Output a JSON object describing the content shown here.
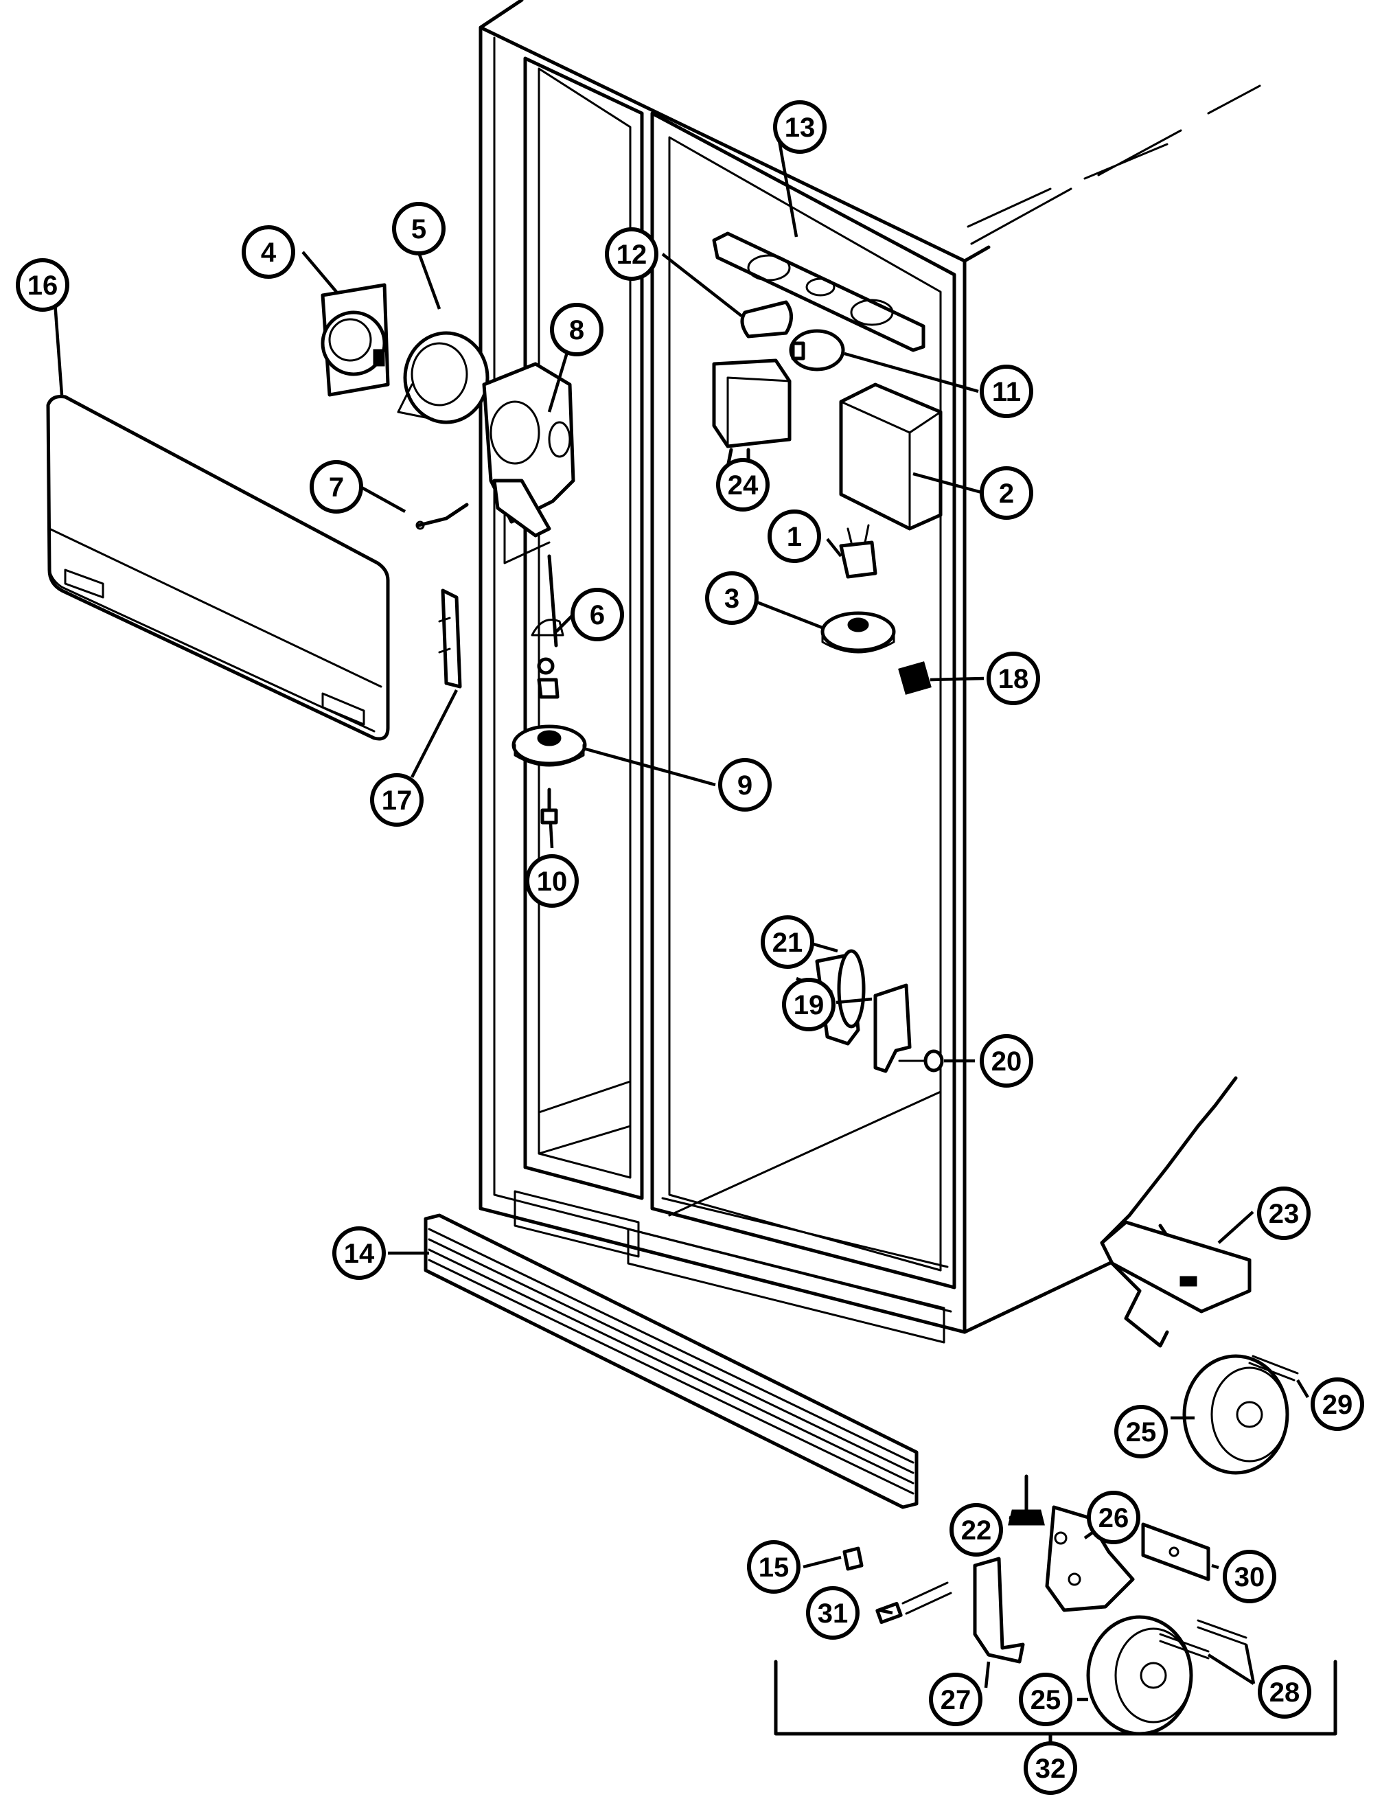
{
  "diagram": {
    "callouts": [
      {
        "id": "c1",
        "label": "1"
      },
      {
        "id": "c2",
        "label": "2"
      },
      {
        "id": "c3",
        "label": "3"
      },
      {
        "id": "c4",
        "label": "4"
      },
      {
        "id": "c5",
        "label": "5"
      },
      {
        "id": "c6",
        "label": "6"
      },
      {
        "id": "c7",
        "label": "7"
      },
      {
        "id": "c8",
        "label": "8"
      },
      {
        "id": "c9",
        "label": "9"
      },
      {
        "id": "c10",
        "label": "10"
      },
      {
        "id": "c11",
        "label": "11"
      },
      {
        "id": "c12",
        "label": "12"
      },
      {
        "id": "c13",
        "label": "13"
      },
      {
        "id": "c14",
        "label": "14"
      },
      {
        "id": "c15",
        "label": "15"
      },
      {
        "id": "c16",
        "label": "16"
      },
      {
        "id": "c17",
        "label": "17"
      },
      {
        "id": "c18",
        "label": "18"
      },
      {
        "id": "c19",
        "label": "19"
      },
      {
        "id": "c20",
        "label": "20"
      },
      {
        "id": "c21",
        "label": "21"
      },
      {
        "id": "c22",
        "label": "22"
      },
      {
        "id": "c23",
        "label": "23"
      },
      {
        "id": "c24",
        "label": "24"
      },
      {
        "id": "c25a",
        "label": "25"
      },
      {
        "id": "c25b",
        "label": "25"
      },
      {
        "id": "c26",
        "label": "26"
      },
      {
        "id": "c27",
        "label": "27"
      },
      {
        "id": "c28",
        "label": "28"
      },
      {
        "id": "c29",
        "label": "29"
      },
      {
        "id": "c30",
        "label": "30"
      },
      {
        "id": "c31",
        "label": "31"
      },
      {
        "id": "c32",
        "label": "32"
      }
    ]
  }
}
